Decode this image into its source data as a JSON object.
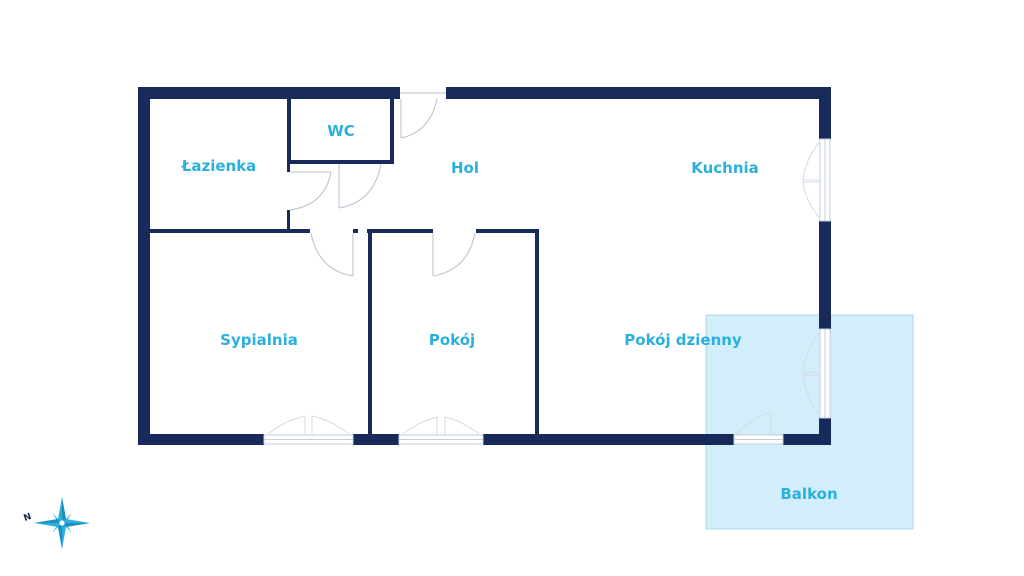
{
  "colors": {
    "wall": "#172a5a",
    "room_label": "#2bb0dd",
    "balcony_fill": "#d2eefa",
    "balcony_border": "#a9d9ef",
    "window": "#cfd8e3",
    "compass": "#2bb0dd"
  },
  "rooms": {
    "lazienka": "Łazienka",
    "wc": "WC",
    "hol": "Hol",
    "kuchnia": "Kuchnia",
    "sypialnia": "Sypialnia",
    "pokoj": "Pokój",
    "pokoj_dzienny": "Pokój dzienny",
    "balkon": "Balkon"
  },
  "compass": {
    "north_label": "N",
    "icon": "compass-rose-icon"
  }
}
